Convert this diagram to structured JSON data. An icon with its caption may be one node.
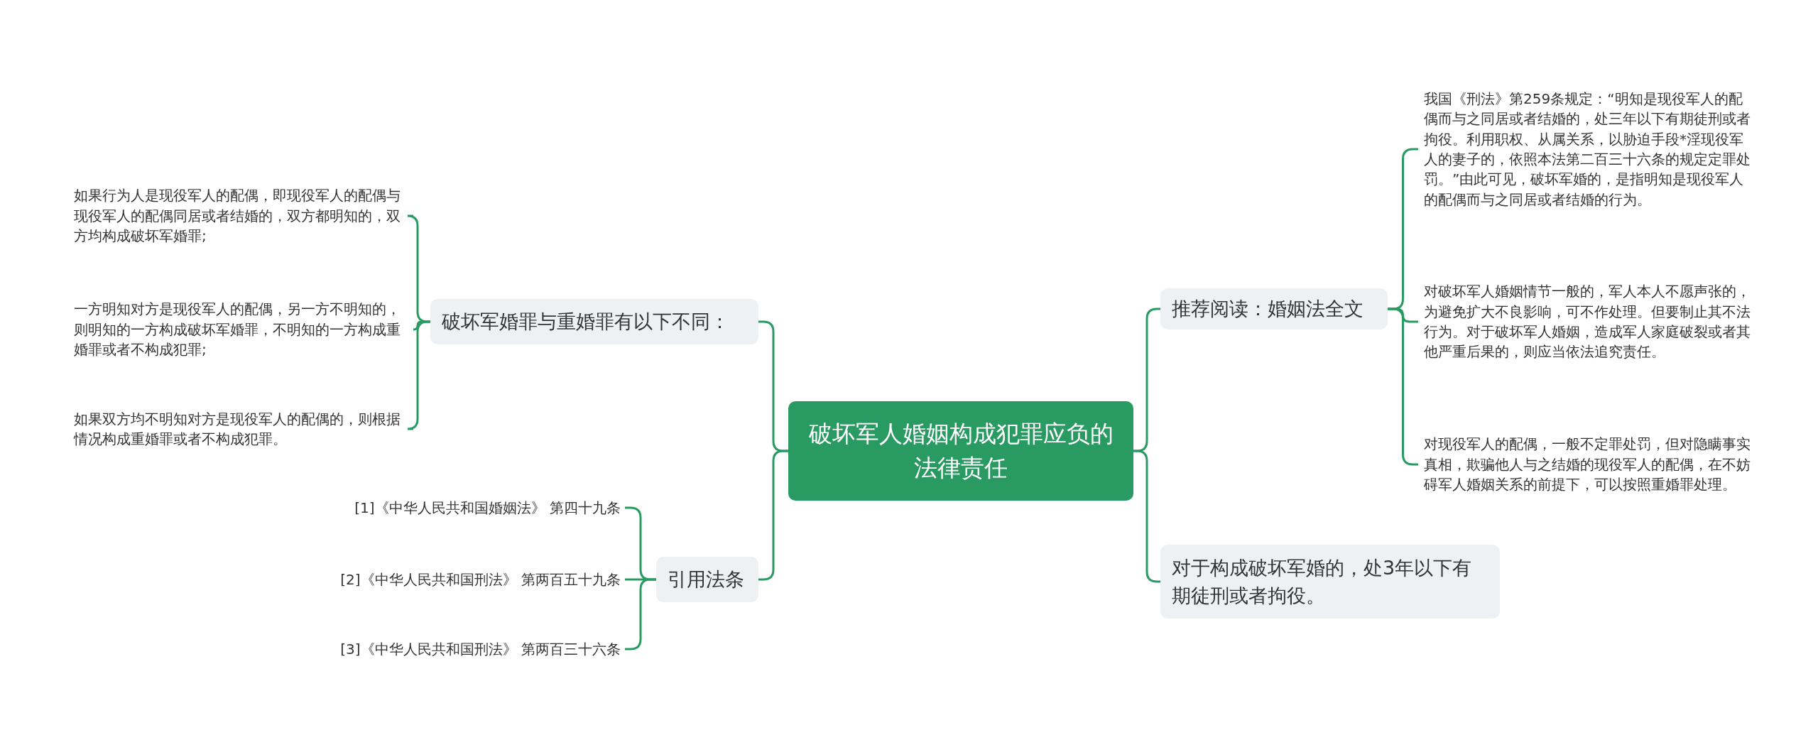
{
  "diagram": {
    "nodes": [
      {
        "text": [
          "破坏军人婚姻构成犯罪应负的法律责任"
        ]
      },
      {
        "text": [
          "破坏军婚罪与重婚罪有以下不同："
        ]
      },
      {
        "text": [
          "如果行为人是现役军人的配偶，即现役军人的配偶与现役军人的配偶同居或者结婚的，双方都明知的，双方均构成破坏军婚罪;"
        ]
      },
      {
        "text": [
          "一方明知对方是现役军人的配偶，另一方不明知的，则明知的一方构成破坏军婚罪，不明知的一方构成重婚罪或者不构成犯罪;"
        ]
      },
      {
        "text": [
          "如果双方均不明知对方是现役军人的配偶的，则根据情况构成重婚罪或者不构成犯罪。"
        ]
      },
      {
        "text": [
          "引用法条"
        ]
      },
      {
        "text": [
          "[1]《中华人民共和国婚姻法》 第四十九条"
        ]
      },
      {
        "text": [
          "[2]《中华人民共和国刑法》 第两百五十九条"
        ]
      },
      {
        "text": [
          "[3]《中华人民共和国刑法》 第两百三十六条"
        ]
      },
      {
        "text": [
          "推荐阅读：婚姻法全文"
        ]
      },
      {
        "text": [
          "我国《刑法》第259条规定：“明知是现役军人的配偶而与之同居或者结婚的，处三年以下有期徒刑或者拘役。利用职权、从属关系，以胁迫手段*淫现役军人的妻子的，依照本法第二百三十六条的规定定罪处罚。”由此可见，破坏军婚的，是指明知是现役军人的配偶而与之同居或者结婚的行为。"
        ]
      },
      {
        "text": [
          "对破坏军人婚姻情节一般的，军人本人不愿声张的，为避免扩大不良影响，可不作处理。但要制止其不法行为。对于破坏军人婚姻，造成军人家庭破裂或者其他严重后果的，则应当依法追究责任。"
        ]
      },
      {
        "text": [
          "对现役军人的配偶，一般不定罪处罚，但对隐瞒事实真相，欺骗他人与之结婚的现役军人的配偶，在不妨碍军人婚姻关系的前提下，可以按照重婚罪处理。"
        ]
      },
      {
        "text": [
          "对于构成破坏军婚的，处3年以下有期徒刑或者拘役。"
        ]
      }
    ],
    "edges": [
      {
        "from": 0,
        "to": 1,
        "arrow": "none"
      },
      {
        "from": 1,
        "to": 2,
        "arrow": "none"
      },
      {
        "from": 1,
        "to": 3,
        "arrow": "none"
      },
      {
        "from": 1,
        "to": 4,
        "arrow": "none"
      },
      {
        "from": 0,
        "to": 5,
        "arrow": "none"
      },
      {
        "from": 5,
        "to": 6,
        "arrow": "none"
      },
      {
        "from": 5,
        "to": 7,
        "arrow": "none"
      },
      {
        "from": 5,
        "to": 8,
        "arrow": "none"
      },
      {
        "from": 0,
        "to": 9,
        "arrow": "none"
      },
      {
        "from": 9,
        "to": 10,
        "arrow": "none"
      },
      {
        "from": 9,
        "to": 11,
        "arrow": "none"
      },
      {
        "from": 9,
        "to": 12,
        "arrow": "none"
      },
      {
        "from": 0,
        "to": 13,
        "arrow": "none"
      }
    ]
  }
}
